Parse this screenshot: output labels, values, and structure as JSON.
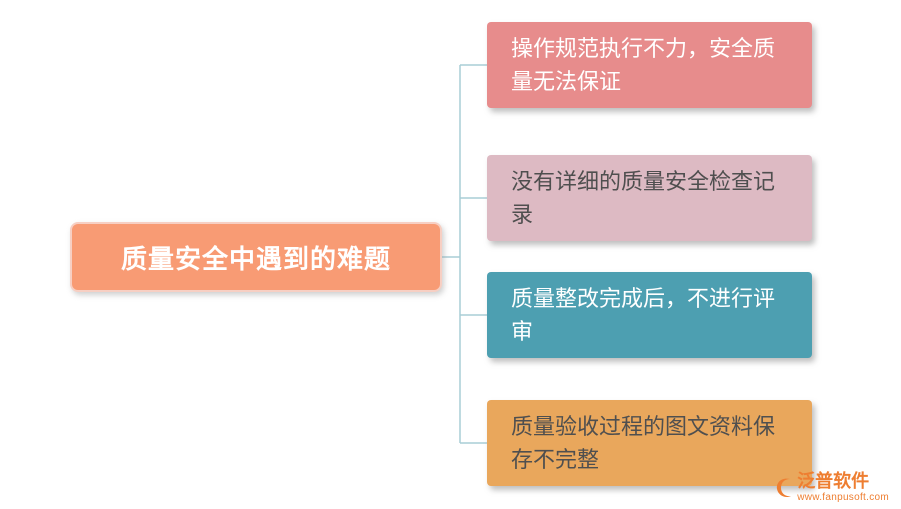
{
  "root": {
    "label": "质量安全中遇到的难题",
    "bg": "#F89B74",
    "border": "#F7CFC3",
    "color": "#FFFFFF"
  },
  "children": [
    {
      "label": "操作规范执行不力，安全质量无法保证",
      "bg": "#E78C8C",
      "color": "#FFFFFF"
    },
    {
      "label": "没有详细的质量安全检查记录",
      "bg": "#DDBAC3",
      "color": "#4F4F4F"
    },
    {
      "label": "质量整改完成后，不进行评审",
      "bg": "#4D9FB1",
      "color": "#FFFFFF"
    },
    {
      "label": "质量验收过程的图文资料保存不完整",
      "bg": "#E9A75C",
      "color": "#4F4F4F"
    }
  ],
  "connectors": {
    "color": "#A9CDD6"
  },
  "watermark": {
    "brand": "泛普软件",
    "url": "www.fanpusoft.com",
    "color": "#EE7E31"
  }
}
